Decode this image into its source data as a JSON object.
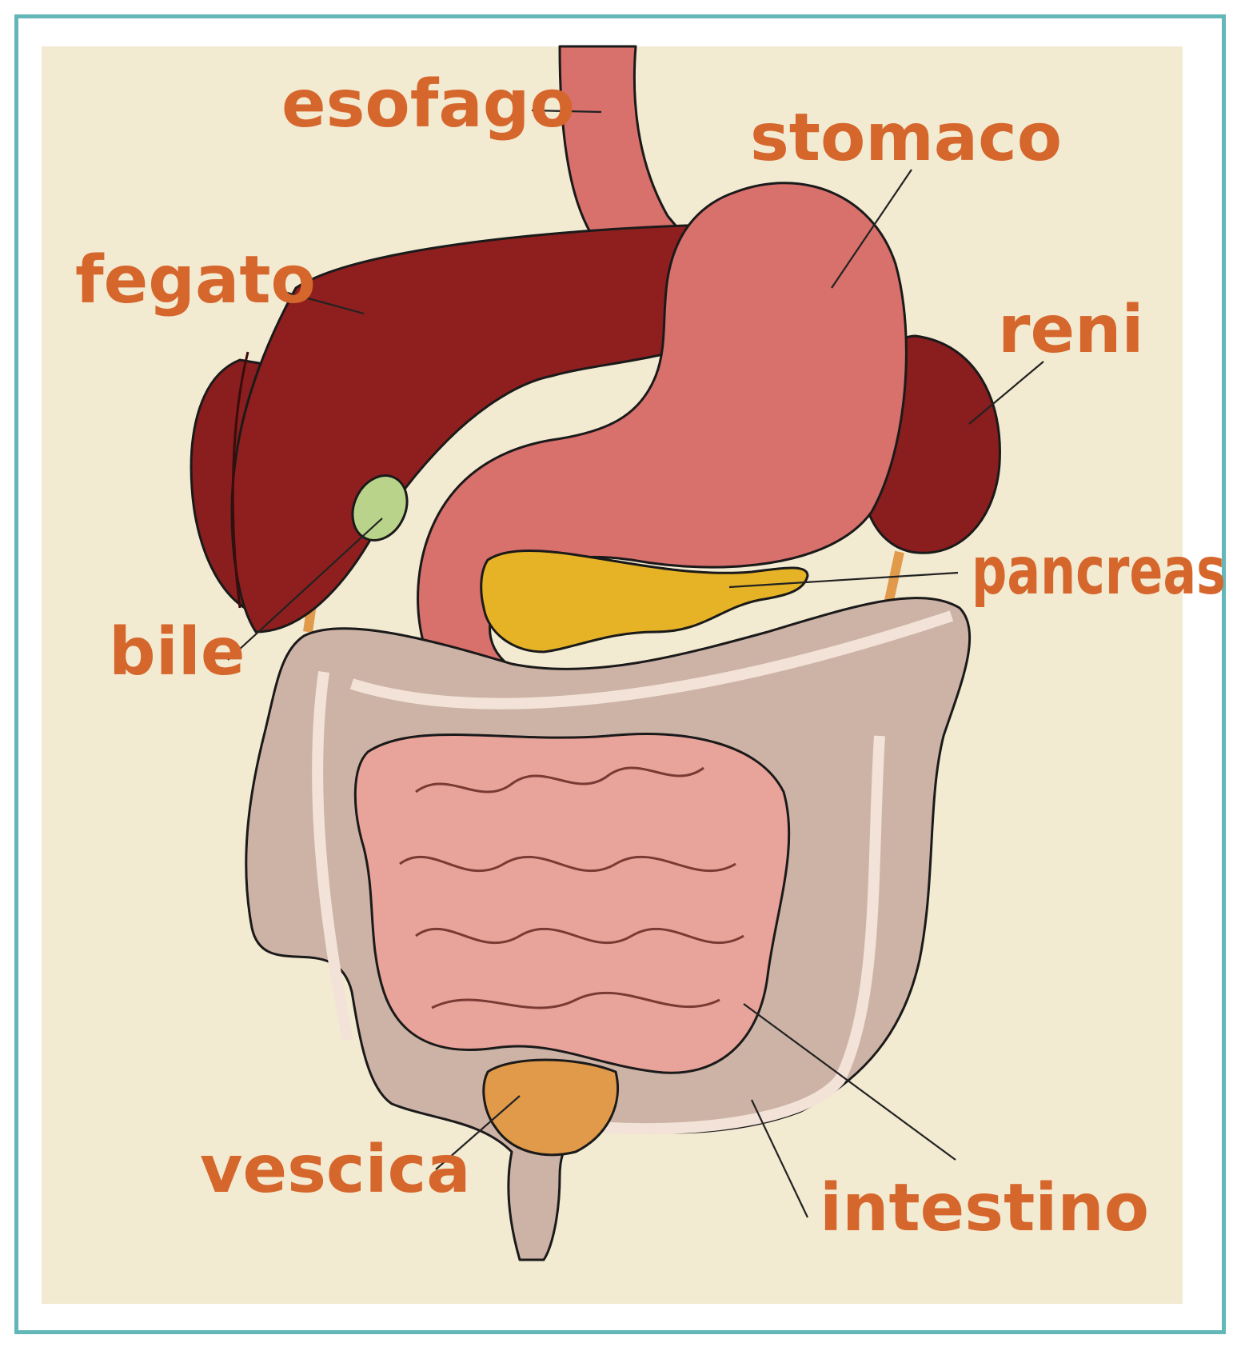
{
  "labels": {
    "esofago": "esofago",
    "stomaco": "stomaco",
    "fegato": "fegato",
    "reni": "reni",
    "pancreas": "pancreas",
    "bile": "bile",
    "vescica": "vescica",
    "intestino": "intestino"
  },
  "colors": {
    "frame": "#63b7b8",
    "paper": "#f3ead2",
    "label": "#d5662c",
    "liver": "#8e1f1e",
    "stomach": "#d8706c",
    "kidney": "#8a1d1d",
    "gallbladder": "#b9d48a",
    "pancreas": "#e7b326",
    "large_intestine": "#cdb3a6",
    "small_intestine": "#e8a39a",
    "bladder": "#e09a4a"
  }
}
